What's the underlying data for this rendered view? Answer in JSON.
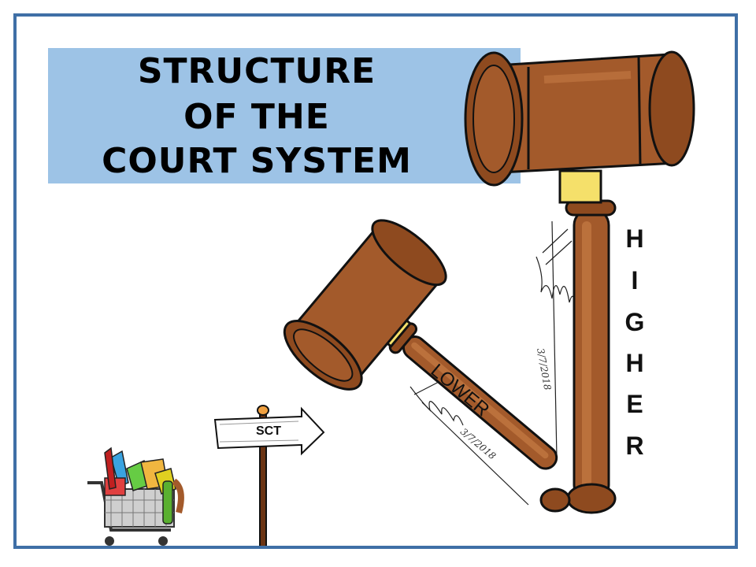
{
  "title": {
    "line1": "STRUCTURE",
    "line2": "OF THE",
    "line3": "COURT SYSTEM"
  },
  "labels": {
    "higher": [
      "H",
      "I",
      "G",
      "H",
      "E",
      "R"
    ],
    "lower": "LOWER",
    "sign": "SCT"
  },
  "signatures": {
    "date_upper": "3/7/2018",
    "date_lower": "3/7/2018"
  },
  "icons": {
    "large_gavel": "gavel-icon",
    "small_gavel": "gavel-icon",
    "cart": "shopping-cart-icon",
    "sign": "arrow-sign-icon"
  },
  "colors": {
    "frame": "#3f6fa6",
    "title_bg": "#9dc3e6",
    "wood": "#a35a2b",
    "wood_dark": "#6b3414",
    "brass": "#f5e06a"
  }
}
